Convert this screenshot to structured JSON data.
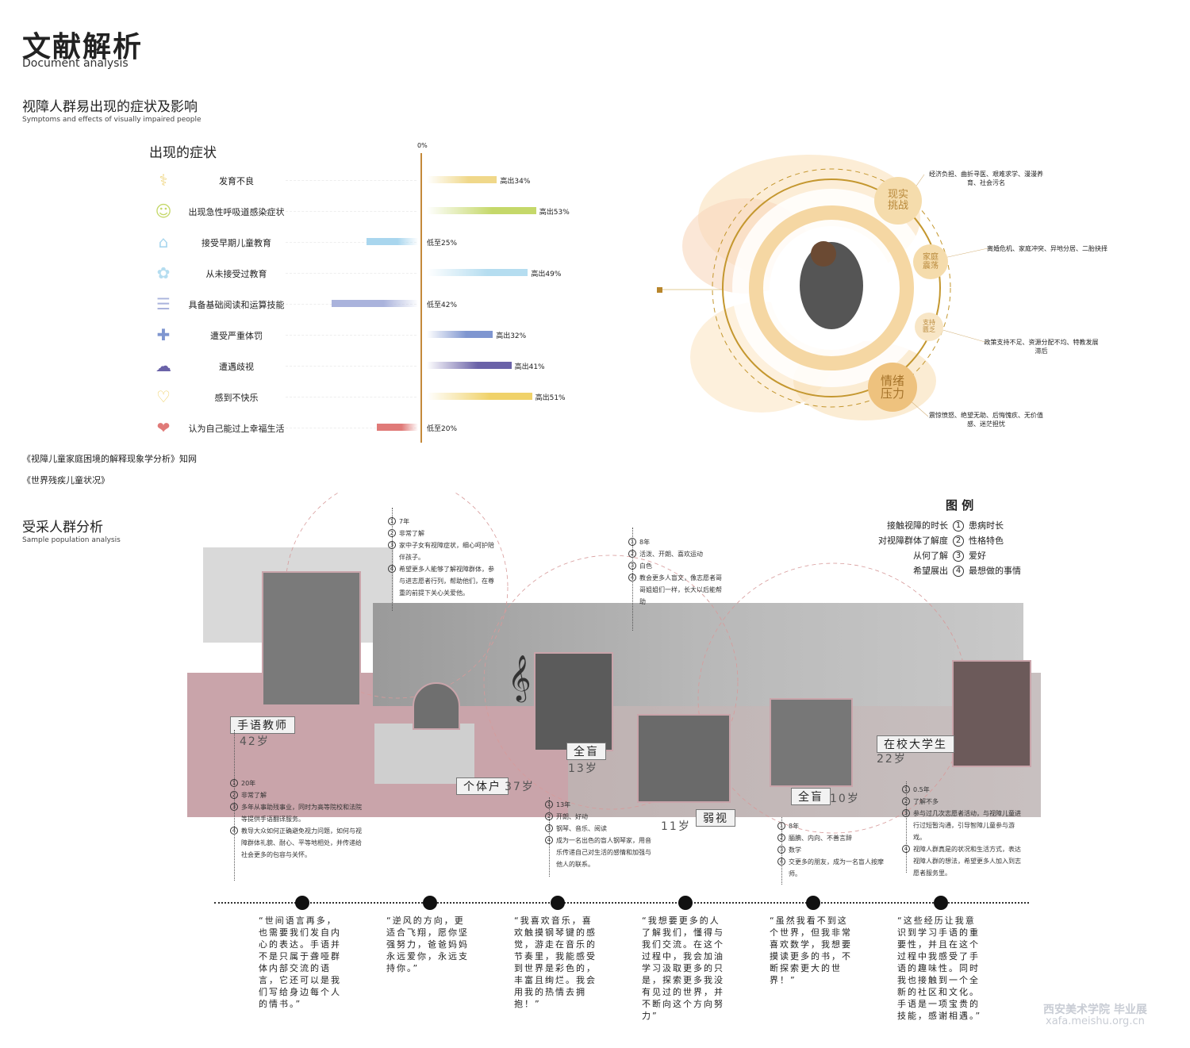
{
  "header": {
    "title": "文献解析",
    "subtitle": "Document analysis"
  },
  "symptoms_section": {
    "title": "视障人群易出现的症状及影响",
    "subtitle": "Symptoms and effects of visually impaired people"
  },
  "chart_data": {
    "type": "bar",
    "title": "出现的症状",
    "axis_label": "0%",
    "rows": [
      {
        "label": "发育不良",
        "value": 34,
        "text": "高出34%",
        "color": "#f0d88a",
        "icon": "growth-icon"
      },
      {
        "label": "出现急性呼吸道感染症状",
        "value": 53,
        "text": "高出53%",
        "color": "#c5d86a",
        "icon": "respiratory-icon"
      },
      {
        "label": "接受早期儿童教育",
        "value": -25,
        "text": "低至25%",
        "color": "#a9d6ee",
        "icon": "school-icon"
      },
      {
        "label": "从未接受过教育",
        "value": 49,
        "text": "高出49%",
        "color": "#b5ddf0",
        "icon": "brain-icon"
      },
      {
        "label": "具备基础阅读和运算技能",
        "value": -42,
        "text": "低至42%",
        "color": "#aab3dc",
        "icon": "notepad-icon"
      },
      {
        "label": "遭受严重体罚",
        "value": 32,
        "text": "高出32%",
        "color": "#7f96d0",
        "icon": "bandage-icon"
      },
      {
        "label": "遭遇歧视",
        "value": 41,
        "text": "高出41%",
        "color": "#6a62a8",
        "icon": "cloud-drop-icon"
      },
      {
        "label": "感到不快乐",
        "value": 51,
        "text": "高出51%",
        "color": "#f0d26a",
        "icon": "broken-heart-icon"
      },
      {
        "label": "认为自己能过上幸福生活",
        "value": -20,
        "text": "低至20%",
        "color": "#e07a78",
        "icon": "hearts-icon"
      }
    ]
  },
  "sources": [
    "《视障儿童家庭困境的解释现象学分析》知网",
    "《世界残疾儿童状况》"
  ],
  "impact": {
    "nodes": [
      {
        "label": "现实\n挑战",
        "desc": "经济负担、曲折寻医、艰难求学、漫漫养育、社会污名"
      },
      {
        "label": "家庭\n震荡",
        "desc": "离婚危机、家庭冲突、异地分居、二胎抉择"
      },
      {
        "label": "支持\n匮乏",
        "desc": "政策支持不足、资源分配不均、特教发展滞后"
      },
      {
        "label": "情绪\n压力",
        "desc": "震惊愤怒、绝望无助、后悔愧疚、无价值感、迷茫担忧"
      }
    ]
  },
  "sample": {
    "title": "受采人群分析",
    "subtitle": "Sample population analysis"
  },
  "legend": {
    "title": "图 例",
    "rows": [
      {
        "left": "接触视障的时长",
        "num": "1",
        "right": "患病时长"
      },
      {
        "left": "对视障群体了解度",
        "num": "2",
        "right": "性格特色"
      },
      {
        "left": "从何了解",
        "num": "3",
        "right": "爱好"
      },
      {
        "left": "希望展出",
        "num": "4",
        "right": "最想做的事情"
      }
    ]
  },
  "personas": [
    {
      "tag": "手语教师",
      "age": "42岁",
      "items": [
        "20年",
        "非常了解",
        "多年从事助残事业，同时为高等院校和法院等提供手语翻译服务。",
        "教导大众如何正确避免视力问题，如何与视障群体礼貌、耐心、平等地相处，并传递给社会更多的包容与关怀。"
      ]
    },
    {
      "tag": "个体户",
      "age": "37岁",
      "items": [
        "7年",
        "非常了解",
        "家中子女有视障症状，细心呵护陪伴孩子。",
        "希望更多人能够了解视障群体，参与进志愿者行列，帮助他们，在尊重的前提下关心关爱他。"
      ]
    },
    {
      "tag": "全盲",
      "age": "13岁",
      "items": [
        "13年",
        "开朗、好动",
        "钢琴、音乐、阅读",
        "成为一名出色的盲人钢琴家，用音乐传递自己对生活的感情和加强与他人的联系。"
      ]
    },
    {
      "tag": "弱视",
      "age": "11岁",
      "items": [
        "8年",
        "活泼、开朗、喜欢运动",
        "白色",
        "教会更多人盲文，像志愿者哥哥姐姐们一样，长大以后能帮助"
      ]
    },
    {
      "tag": "全盲",
      "age": "10岁",
      "items": [
        "8年",
        "腼腆、内向、不善言辞",
        "数学",
        "交更多的朋友，成为一名盲人按摩师。"
      ]
    },
    {
      "tag": "在校大学生",
      "age": "22岁",
      "items": [
        "0.5年",
        "了解不多",
        "参与过几次志愿者活动，与视障儿童进行过短暂沟通，引导智障儿童参与游戏。",
        "视障人群真是的状况和生活方式，表达视障人群的想法，希望更多人加入到志愿者服务里。"
      ]
    }
  ],
  "quotes": [
    "“世间语言再多，也需要我们发自内心的表达。手语并不是只属于聋哑群体内部交流的语言，它还可以是我们写给身边每个人的情书。”",
    "“逆风的方向，更适合飞翔，愿你坚强努力，爸爸妈妈永远爱你，永远支持你。”",
    "“我喜欢音乐，喜欢触摸钢琴键的感觉，游走在音乐的节奏里，我能感受到世界是彩色的，丰富且绚烂。我会用我的热情去拥抱！”",
    "“我想要更多的人了解我们，懂得与我们交流。在这个过程中，我会加油学习汲取更多的只是，探索更多我没有见过的世界，并不断向这个方向努力”",
    "“虽然我看不到这个世界，但我非常喜欢数学，我想要摸读更多的书，不断探索更大的世界！”",
    "“这些经历让我意识到学习手语的重要性，并且在这个过程中我感受了手语的趣味性。同时我也接触到一个全新的社区和文化。手语是一项宝贵的技能，感谢相遇。”"
  ],
  "watermark": {
    "line1": "西安美术学院 毕业展",
    "line2": "xafa.meishu.org.cn"
  }
}
